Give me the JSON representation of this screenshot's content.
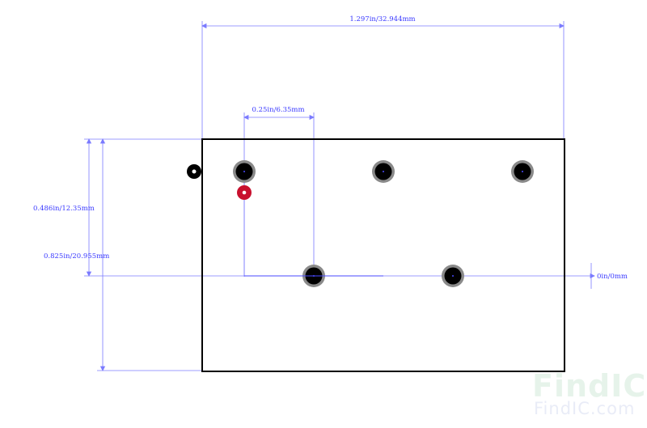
{
  "dimensions": {
    "overall_width": "1.297in/32.944mm",
    "pin_pitch": "0.25in/6.35mm",
    "pin_row_offset": "0.486in/12.35mm",
    "overall_height": "0.825in/20.955mm",
    "origin": "0in/0mm"
  },
  "colors": {
    "dimension_line": "#7b7bff",
    "dimension_text": "#3a3aff",
    "outline": "#000000",
    "pad_ring": "#8a8a8a",
    "pad_hole": "#000000",
    "pin1_marker": "#c8102e",
    "watermark_top": "#e6f3ea",
    "watermark_bottom": "#e9ecf7"
  },
  "watermark": {
    "brand_primary": "Find",
    "brand_accent": "IC",
    "domain": "FindIC.com"
  },
  "icons": {
    "orientation": "orientation-dot-icon",
    "pin1": "pin1-marker-icon"
  }
}
